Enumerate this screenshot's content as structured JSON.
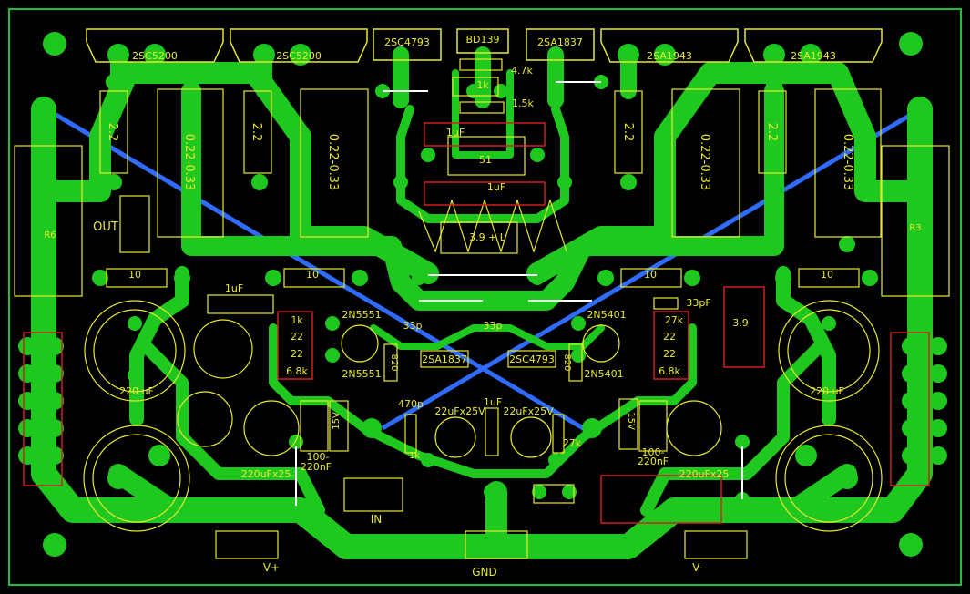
{
  "colors": {
    "background": "#000000",
    "copper": "#1ec81e",
    "silk": "#e8e830",
    "outline": "#1fbf3a",
    "jumper": "#ffffff",
    "blue_trace": "#2f6bff",
    "red_part": "#d02020"
  },
  "transistors": {
    "q1": "2SC5200",
    "q2": "2SC5200",
    "q3": "2SC4793",
    "q4": "BD139",
    "q5": "2SA1837",
    "q6": "2SA1943",
    "q7": "2SA1943",
    "q8": "2N5551",
    "q9": "2N5551",
    "q10": "2SA1837",
    "q11": "2SC4793",
    "q12": "2N5401",
    "q13": "2N5401"
  },
  "resistors": {
    "r_22_left_a": "2.2",
    "r_22_left_b": "2.2",
    "r_022_left_a": "0.22-0.33",
    "r_022_left_b": "0.22-0.33",
    "r_22_right_a": "2.2",
    "r_22_right_b": "2.2",
    "r_022_right_a": "0.22-0.33",
    "r_022_right_b": "0.22-0.33",
    "r_47k": "4.7k",
    "r_1k_top": "1k",
    "r_15k": "1.5k",
    "r_51": "51",
    "r_coil": "3.9 + L",
    "r_10_a": "10",
    "r_10_b": "10",
    "r_10_c": "10",
    "r_10_d": "10",
    "r_r6": "R6",
    "r_r3": "R3",
    "r_1k_left": "1k",
    "r_22_l1": "22",
    "r_22_l2": "22",
    "r_68k_left": "6.8k",
    "r_27k_right": "27k",
    "r_22_r1": "22",
    "r_22_r2": "22",
    "r_68k_right": "6.8k",
    "r_820_left": "820",
    "r_820_right": "820",
    "r_1k_in": "1k",
    "r_27k_fb": "27k",
    "r_39": "3.9"
  },
  "capacitors": {
    "c_1uf_top": "1uF",
    "c_1uf_mid": "1uF",
    "c_1uf_left": "1uF",
    "c_33p_a": "33p",
    "c_33p_b": "33p",
    "c_33pf": "33pF",
    "c_470p": "470p",
    "c_22uf_a": "22uFx25V",
    "c_22uf_b": "22uFx25V",
    "c_1uf_in": "1uF",
    "c_220uf_l": "220 uF",
    "c_220uf_r": "220 uF",
    "c_15v_l": "15V",
    "c_15v_r": "15V",
    "c_100_l": "100-",
    "c_220nf_l": "220nF",
    "c_100_r": "100-",
    "c_220nf_r": "220nF",
    "c_220x25_l": "220uFx25",
    "c_220x25_r": "220uFx25"
  },
  "connectors": {
    "out": "OUT",
    "in": "IN",
    "vplus": "V+",
    "gnd": "GND",
    "vminus": "V-"
  }
}
